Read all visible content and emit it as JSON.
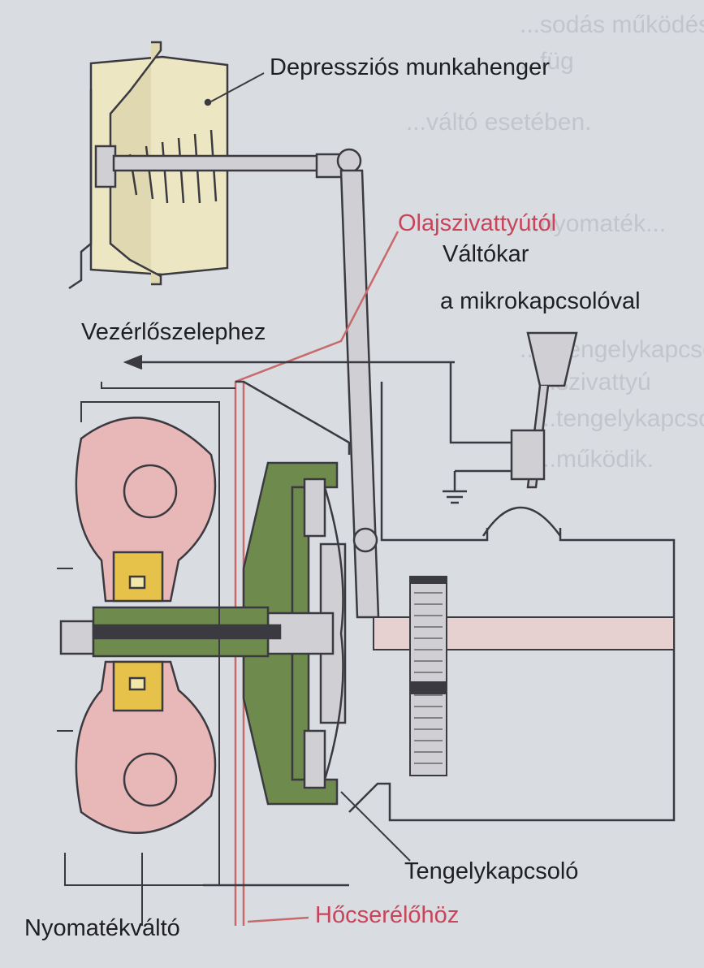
{
  "labels": {
    "vacuum_cylinder": "Depressziós munkahenger",
    "oil_pump": "Olajszivattyútól",
    "gear_lever_line1": "Váltókar",
    "gear_lever_line2": "a mikrokapcsolóval",
    "control_valve": "Vezérlőszelephez",
    "clutch": "Tengelykapcsoló",
    "torque_converter": "Nyomatékváltó",
    "heat_exchanger": "Hőcserélőhöz"
  },
  "background_text": [
    "...sodás működés",
    "...füg",
    "...váltó esetében.",
    "...nyomaték...",
    "...a tengelykapcsoló",
    "...szivattyú",
    "...tengelykapcsoló",
    "...működik."
  ],
  "colors": {
    "background": "#d9dde2",
    "cylinder_fill": "#ece6c2",
    "converter_fill": "#e8b8b8",
    "converter_yellow": "#e6c24a",
    "clutch_green": "#6e8a4c",
    "line": "#3a3a40",
    "red_label": "#c8445a",
    "red_pipe": "#c86a6a"
  }
}
